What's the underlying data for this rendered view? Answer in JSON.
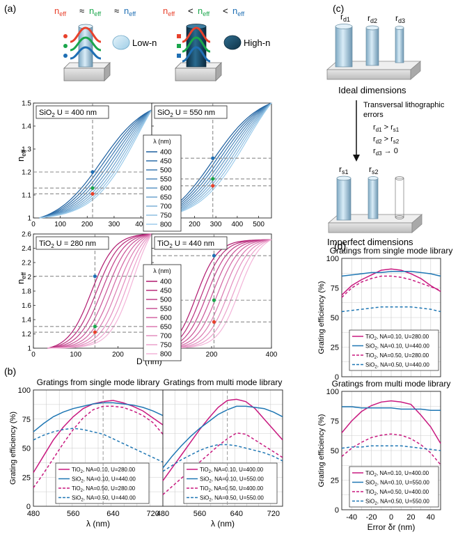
{
  "panel_labels": {
    "a": "(a)",
    "b": "(b)",
    "c": "(c)",
    "d": "(d)"
  },
  "colors": {
    "red": "#e8412c",
    "green": "#1aa64b",
    "blue": "#1f6fb4",
    "sio2": "#1f77b4",
    "tio2": "#c8187f",
    "grid": "#cccccc",
    "dash": "#8a8a8a",
    "lowN": "#b9dcef",
    "highN": "#1d4b66"
  },
  "schematic": {
    "neff": "n",
    "eff": "eff",
    "approx": "≈",
    "less": "<",
    "low_label": "Low-n",
    "high_label": "High-n"
  },
  "neff_panels": {
    "sio2_400": {
      "label_mat": "SiO",
      "label_sub": "2",
      "label_rest": "  U = 400 nm"
    },
    "sio2_550": {
      "label_mat": "SiO",
      "label_sub": "2",
      "label_rest": "  U = 550 nm"
    },
    "tio2_280": {
      "label_mat": "TiO",
      "label_sub": "2",
      "label_rest": "  U = 280 nm"
    },
    "tio2_440": {
      "label_mat": "TiO",
      "label_sub": "2",
      "label_rest": "  U = 440 nm"
    },
    "ylabel_main": "n",
    "ylabel_sub": "eff",
    "xlabel": "D (nm)",
    "legend_title": "λ (nm)",
    "wavelengths": [
      "400",
      "450",
      "500",
      "550",
      "600",
      "650",
      "700",
      "750",
      "800"
    ],
    "top_yticks": [
      "1",
      "1.1",
      "1.2",
      "1.3",
      "1.4",
      "1.5"
    ],
    "bottom_yticks": [
      "1",
      "1.2",
      "1.4",
      "1.6",
      "1.8",
      "2",
      "2.2",
      "2.4",
      "2.6"
    ],
    "top_left_xticks": [
      "0",
      "100",
      "200",
      "300",
      "400"
    ],
    "top_right_xticks": [
      "100",
      "200",
      "300",
      "400",
      "500"
    ],
    "bottom_left_xticks": [
      "0",
      "100",
      "200"
    ],
    "bottom_right_xticks": [
      "200",
      "400"
    ]
  },
  "fab": {
    "rd1": "r",
    "rd1_sub": "d1",
    "rd2": "r",
    "rd2_sub": "d2",
    "rd3": "r",
    "rd3_sub": "d3",
    "ideal": "Ideal dimensions",
    "err1": "Transversal lithographic",
    "err2": "errors",
    "rel1": [
      "r",
      "d1",
      " > r",
      "s1"
    ],
    "rel2": [
      "r",
      "d2",
      " > r",
      "s2"
    ],
    "rel3": [
      "r",
      "d3",
      " → 0"
    ],
    "rs1": "r",
    "rs1_sub": "s1",
    "rs2": "r",
    "rs2_sub": "s2",
    "imperfect": "Imperfect dimensions"
  },
  "chart_data": [
    {
      "type": "line",
      "title": "Gratings from single mode library",
      "xlabel": "λ (nm)",
      "ylabel": "Grating efficiency (%)",
      "xlim": [
        480,
        740
      ],
      "ylim": [
        0,
        100
      ],
      "xticks": [
        "480",
        "560",
        "640",
        "720"
      ],
      "yticks": [
        "0",
        "25",
        "50",
        "75",
        "100"
      ],
      "series": [
        {
          "name": "TiO2, NA=0.10, U=280.00",
          "color": "tio2",
          "dash": false,
          "x": [
            480,
            500,
            520,
            540,
            560,
            580,
            600,
            620,
            640,
            660,
            680,
            700,
            720,
            740
          ],
          "y": [
            29,
            43,
            57,
            68,
            77,
            84,
            88,
            90,
            91,
            89,
            86,
            82,
            76,
            70
          ]
        },
        {
          "name": "SiO2, NA=0.10, U=440.00",
          "color": "sio2",
          "dash": false,
          "x": [
            480,
            500,
            520,
            540,
            560,
            580,
            600,
            620,
            640,
            660,
            680,
            700,
            720,
            740
          ],
          "y": [
            64,
            71,
            77,
            81,
            84,
            86,
            88,
            89,
            89,
            88,
            87,
            85,
            82,
            78
          ]
        },
        {
          "name": "TiO2, NA=0.50, U=280.00",
          "color": "tio2",
          "dash": true,
          "x": [
            480,
            500,
            520,
            540,
            560,
            580,
            600,
            620,
            640,
            660,
            680,
            700,
            720,
            740
          ],
          "y": [
            16,
            28,
            41,
            54,
            66,
            76,
            83,
            86,
            86,
            85,
            82,
            78,
            72,
            62
          ]
        },
        {
          "name": "SiO2, NA=0.50, U=440.00",
          "color": "sio2",
          "dash": true,
          "x": [
            480,
            500,
            520,
            540,
            560,
            580,
            600,
            620,
            640,
            660,
            680,
            700,
            720,
            740
          ],
          "y": [
            57,
            61,
            64,
            66,
            67,
            66,
            64,
            62,
            58,
            54,
            50,
            46,
            42,
            38
          ]
        }
      ]
    },
    {
      "type": "line",
      "title": "Gratings from multi mode library",
      "xlabel": "λ (nm)",
      "ylabel": "",
      "xlim": [
        480,
        740
      ],
      "ylim": [
        0,
        100
      ],
      "xticks": [
        "480",
        "560",
        "640",
        "720"
      ],
      "yticks": [],
      "series": [
        {
          "name": "TiO2, NA=0.10, U=400.00",
          "color": "tio2",
          "dash": false,
          "x": [
            480,
            500,
            520,
            540,
            560,
            580,
            600,
            620,
            640,
            660,
            680,
            700,
            720,
            740
          ],
          "y": [
            22,
            33,
            44,
            55,
            66,
            76,
            85,
            91,
            92,
            90,
            84,
            75,
            66,
            57
          ]
        },
        {
          "name": "SiO2, NA=0.10, U=550.00",
          "color": "sio2",
          "dash": false,
          "x": [
            480,
            500,
            520,
            540,
            560,
            580,
            600,
            620,
            640,
            660,
            680,
            700,
            720,
            740
          ],
          "y": [
            33,
            43,
            52,
            60,
            67,
            73,
            79,
            83,
            86,
            86,
            85,
            84,
            81,
            77
          ]
        },
        {
          "name": "TiO2, NA=0.50, U=400.00",
          "color": "tio2",
          "dash": true,
          "x": [
            480,
            500,
            520,
            540,
            560,
            580,
            600,
            620,
            640,
            660,
            680,
            700,
            720,
            740
          ],
          "y": [
            10,
            17,
            24,
            31,
            38,
            45,
            52,
            58,
            63,
            62,
            57,
            52,
            47,
            42
          ]
        },
        {
          "name": "SiO2, NA=0.50, U=550.00",
          "color": "sio2",
          "dash": true,
          "x": [
            480,
            500,
            520,
            540,
            560,
            580,
            600,
            620,
            640,
            660,
            680,
            700,
            720,
            740
          ],
          "y": [
            30,
            35,
            40,
            44,
            48,
            51,
            53,
            53,
            52,
            50,
            48,
            46,
            43,
            39
          ]
        }
      ]
    },
    {
      "type": "line",
      "title": "Gratings from single mode library",
      "xlabel": "",
      "ylabel": "Grating efficiency (%)",
      "xlim": [
        -50,
        50
      ],
      "ylim": [
        0,
        100
      ],
      "xticks": [],
      "yticks": [
        "0",
        "25",
        "50",
        "75",
        "100"
      ],
      "series": [
        {
          "name": "TiO2, NA=0.10, U=280.00",
          "color": "tio2",
          "dash": false,
          "x": [
            -50,
            -40,
            -30,
            -20,
            -10,
            0,
            10,
            20,
            30,
            40,
            50
          ],
          "y": [
            69,
            77,
            82,
            86,
            90,
            91,
            90,
            87,
            83,
            77,
            72
          ]
        },
        {
          "name": "SiO2, NA=0.10, U=440.00",
          "color": "sio2",
          "dash": false,
          "x": [
            -50,
            -40,
            -30,
            -20,
            -10,
            0,
            10,
            20,
            30,
            40,
            50
          ],
          "y": [
            85,
            86,
            87,
            88,
            88,
            89,
            89,
            89,
            88,
            87,
            85
          ]
        },
        {
          "name": "TiO2, NA=0.50, U=280.00",
          "color": "tio2",
          "dash": true,
          "x": [
            -50,
            -40,
            -30,
            -20,
            -10,
            0,
            10,
            20,
            30,
            40,
            50
          ],
          "y": [
            67,
            75,
            80,
            83,
            85,
            85,
            84,
            82,
            79,
            76,
            73
          ]
        },
        {
          "name": "SiO2, NA=0.50, U=440.00",
          "color": "sio2",
          "dash": true,
          "x": [
            -50,
            -40,
            -30,
            -20,
            -10,
            0,
            10,
            20,
            30,
            40,
            50
          ],
          "y": [
            55,
            56,
            57,
            58,
            59,
            59,
            59,
            59,
            58,
            57,
            55
          ]
        }
      ]
    },
    {
      "type": "line",
      "title": "Gratings from multi mode library",
      "xlabel": "Error  δr  (nm)",
      "ylabel": "Grating efficiency (%)",
      "xlim": [
        -50,
        50
      ],
      "ylim": [
        0,
        100
      ],
      "xticks": [
        "-40",
        "-20",
        "0",
        "20",
        "40"
      ],
      "yticks": [
        "0",
        "25",
        "50",
        "75",
        "100"
      ],
      "series": [
        {
          "name": "TiO2, NA=0.10, U=400.00",
          "color": "tio2",
          "dash": false,
          "x": [
            -50,
            -40,
            -30,
            -20,
            -10,
            0,
            10,
            20,
            30,
            40,
            50
          ],
          "y": [
            65,
            75,
            83,
            88,
            91,
            92,
            91,
            89,
            80,
            70,
            56
          ]
        },
        {
          "name": "SiO2, NA=0.10, U=550.00",
          "color": "sio2",
          "dash": false,
          "x": [
            -50,
            -40,
            -30,
            -20,
            -10,
            0,
            10,
            20,
            30,
            40,
            50
          ],
          "y": [
            87,
            87,
            86,
            86,
            86,
            86,
            85,
            85,
            85,
            84,
            84
          ]
        },
        {
          "name": "TiO2, NA=0.50, U=400.00",
          "color": "tio2",
          "dash": true,
          "x": [
            -50,
            -40,
            -30,
            -20,
            -10,
            0,
            10,
            20,
            30,
            40,
            50
          ],
          "y": [
            45,
            52,
            57,
            61,
            63,
            64,
            63,
            60,
            55,
            48,
            38
          ]
        },
        {
          "name": "SiO2, NA=0.50, U=550.00",
          "color": "sio2",
          "dash": true,
          "x": [
            -50,
            -40,
            -30,
            -20,
            -10,
            0,
            10,
            20,
            30,
            40,
            50
          ],
          "y": [
            52,
            53,
            53,
            54,
            54,
            54,
            54,
            53,
            52,
            51,
            50
          ]
        }
      ]
    }
  ]
}
